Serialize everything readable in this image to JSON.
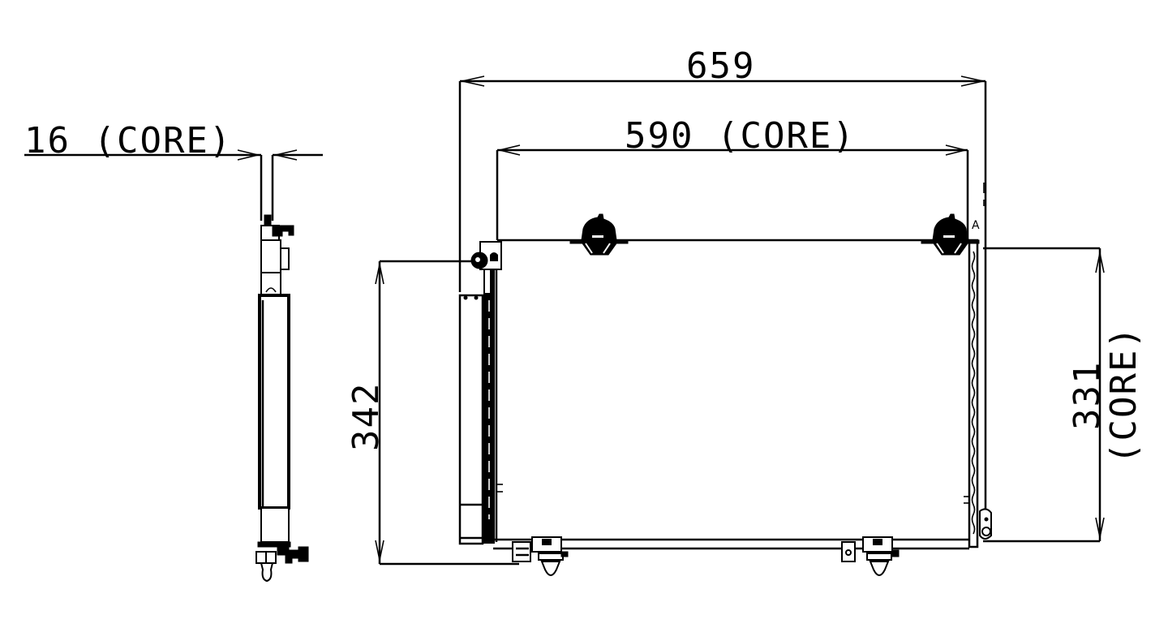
{
  "drawing": {
    "subject": "A/C condenser dimension drawing",
    "side_view": {
      "core_thickness_label": "16 (CORE)",
      "core_thickness": 16
    },
    "front_view": {
      "overall_width_label": "659",
      "overall_width": 659,
      "core_width_label": "590 (CORE)",
      "core_width": 590,
      "overall_height_label": "342",
      "overall_height": 342,
      "core_height_label": "331",
      "core_height": 331,
      "core_height_suffix": "(CORE)",
      "corner_marker": "A"
    },
    "units": "mm"
  }
}
